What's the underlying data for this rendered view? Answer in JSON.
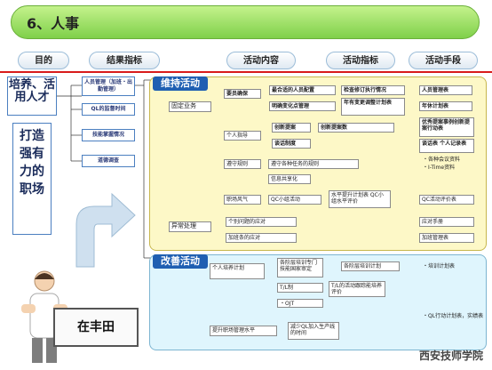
{
  "title": "6、人事",
  "headers": {
    "goal": "目的",
    "result": "结果指标",
    "content": "活动内容",
    "indicator": "活动指标",
    "method": "活动手段"
  },
  "left": {
    "goal_text": "培养、活用人才",
    "vertical_text": "打造强有力的职场"
  },
  "results": [
    "人员管理（加班・出勤管理）",
    "QL的监督时间",
    "技能掌握情况",
    "道德调查"
  ],
  "sections": {
    "maintain": "维持活动",
    "improve": "改善活动"
  },
  "maintain": {
    "fixed_work": "固定业务",
    "personnel_assign": "要员确保",
    "proper_staff": "最合适的人员配置",
    "check_revise": "检查修订执行情况",
    "staff_table": "人员管理表",
    "clear_change": "明确变化点管理",
    "yearly_check": "年有变更调整计划表",
    "annual_plan": "年休计划表",
    "personal_guide": "个人指导",
    "create_proposal": "创新提案",
    "create_proposal_count": "创新提案数",
    "proposal_tools": "优秀提案事例创新提案行动表",
    "talk_system": "谈话制度",
    "talk_records": "谈话表 个人记录表",
    "comply_rules": "遵守规则",
    "comply_rules_detail": "遵守各种任务的规则",
    "meeting_material": "・各种会议资料",
    "itime": "・I-Time资料",
    "info_share": "信息共享化",
    "workplace": "职场风气",
    "qc_activity": "QC小组活动",
    "level_plan": "水平提升计划表 QC小组水平评价",
    "qc_table": "QC活动评价表",
    "abnormal": "异常处理",
    "personal_issues": "个别问题的应对",
    "reply_manual": "应对手册",
    "overtime_response": "加班条的应对",
    "overtime_table": "加班管理表"
  },
  "improve": {
    "personal_plan": "个人培养计划",
    "training_plan": "各阶层培训专门技能国家审定",
    "training_count": "各阶层培训计划",
    "training_table": "・培训计划表",
    "tl_system": "T/L制",
    "tl_eval": "T/L的活动跟踪能培养评价",
    "ojt": "・OJT",
    "improve_mgmt": "提升职场管理水平",
    "reduce_ql": "减少QL加入生产线的时间",
    "ql_plan": "・QL行动计划表，实绩表"
  },
  "sign": "在丰田",
  "watermark": "西安技师学院"
}
